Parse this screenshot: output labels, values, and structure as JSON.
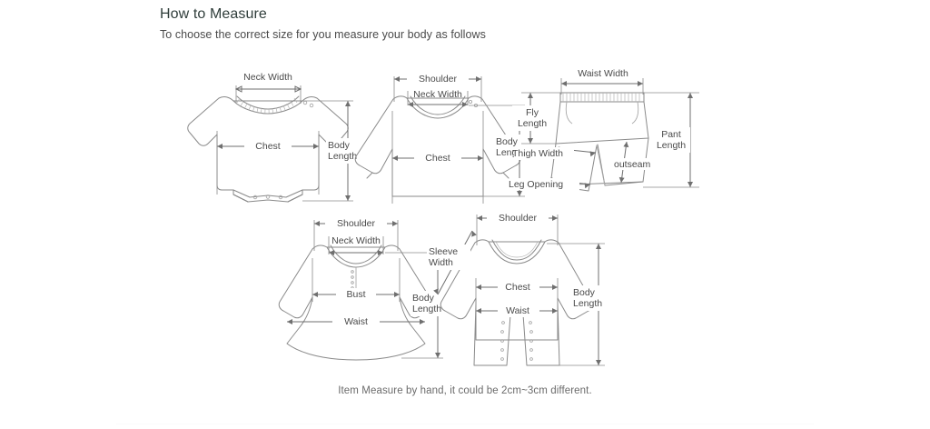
{
  "header": {
    "title": "How to Measure",
    "subtitle": "To choose the correct size for you measure your body as follows"
  },
  "footnote": "Item Measure by hand, it could be 2cm~3cm different.",
  "colors": {
    "text": "#3d3d3d",
    "title": "#2f3d3a",
    "garment_stroke": "#8a8a8a",
    "dimension_stroke": "#6f6f6f",
    "label": "#4a4a4a",
    "footnote": "#6b6b6b",
    "background": "#ffffff"
  },
  "diagrams": [
    {
      "id": "bodysuit",
      "name": "long-sleeve-bodysuit",
      "labels": {
        "neck_width": "Neck Width",
        "chest": "Chest",
        "body_length": "Body\nLength",
        "body_length_line1": "Body",
        "body_length_line2": "Length"
      }
    },
    {
      "id": "shirt",
      "name": "long-sleeve-shirt",
      "labels": {
        "shoulder": "Shoulder",
        "neck_width": "Neck Width",
        "chest": "Chest",
        "body_length_line1": "Body",
        "body_length_line2": "Length"
      }
    },
    {
      "id": "pants",
      "name": "shorts-pants",
      "labels": {
        "waist_width": "Waist Width",
        "fly_length_line1": "Fly",
        "fly_length_line2": "Length",
        "pant_length_line1": "Pant",
        "pant_length_line2": "Length",
        "thigh_width": "Thigh Width",
        "leg_opening": "Leg Opening",
        "outseam": "outseam"
      }
    },
    {
      "id": "dress",
      "name": "dress",
      "labels": {
        "shoulder": "Shoulder",
        "neck_width": "Neck Width",
        "bust": "Bust",
        "waist": "Waist",
        "body_length_line1": "Body",
        "body_length_line2": "Length"
      }
    },
    {
      "id": "romper",
      "name": "romper-jumpsuit",
      "labels": {
        "shoulder": "Shoulder",
        "sleeve_width_line1": "Sleeve",
        "sleeve_width_line2": "Width",
        "chest": "Chest",
        "waist": "Waist",
        "body_length_line1": "Body",
        "body_length_line2": "Length"
      }
    }
  ]
}
